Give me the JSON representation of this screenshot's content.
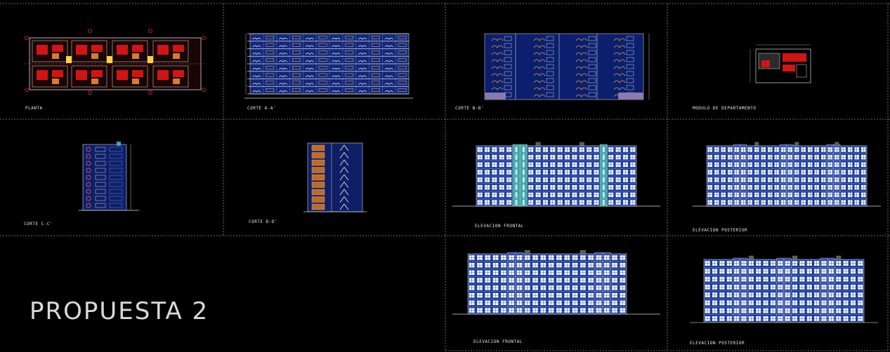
{
  "drawing": {
    "title": "PROPUESTA 2",
    "views": [
      {
        "id": "planta",
        "label": "PLANTA"
      },
      {
        "id": "corte-a",
        "label": "CORTE A-A'"
      },
      {
        "id": "corte-b",
        "label": "CORTE B-B'"
      },
      {
        "id": "modulo",
        "label": "MODULO DE DEPARTAMENTO"
      },
      {
        "id": "corte-c",
        "label": "CORTE C-C'"
      },
      {
        "id": "corte-d",
        "label": "CORTE D-D'"
      },
      {
        "id": "elev-frontal-1",
        "label": "ELEVACION FRONTAL"
      },
      {
        "id": "elev-posterior-1",
        "label": "ELEVACION POSTERIOR"
      },
      {
        "id": "elev-frontal-2",
        "label": "ELEVACION FRONTAL"
      },
      {
        "id": "elev-posterior-2",
        "label": "ELEVACION POSTERIOR"
      }
    ]
  },
  "colors": {
    "background": "#000000",
    "frame": "#8a8a8a",
    "facade_blue": "#1f3f9c",
    "window_white": "#ffffff",
    "accent_cyan": "#3fa7a7",
    "plan_red": "#d21414",
    "plan_orange": "#d87b2a",
    "ground_line": "#d9d9d9",
    "label": "#e6e6e6"
  }
}
